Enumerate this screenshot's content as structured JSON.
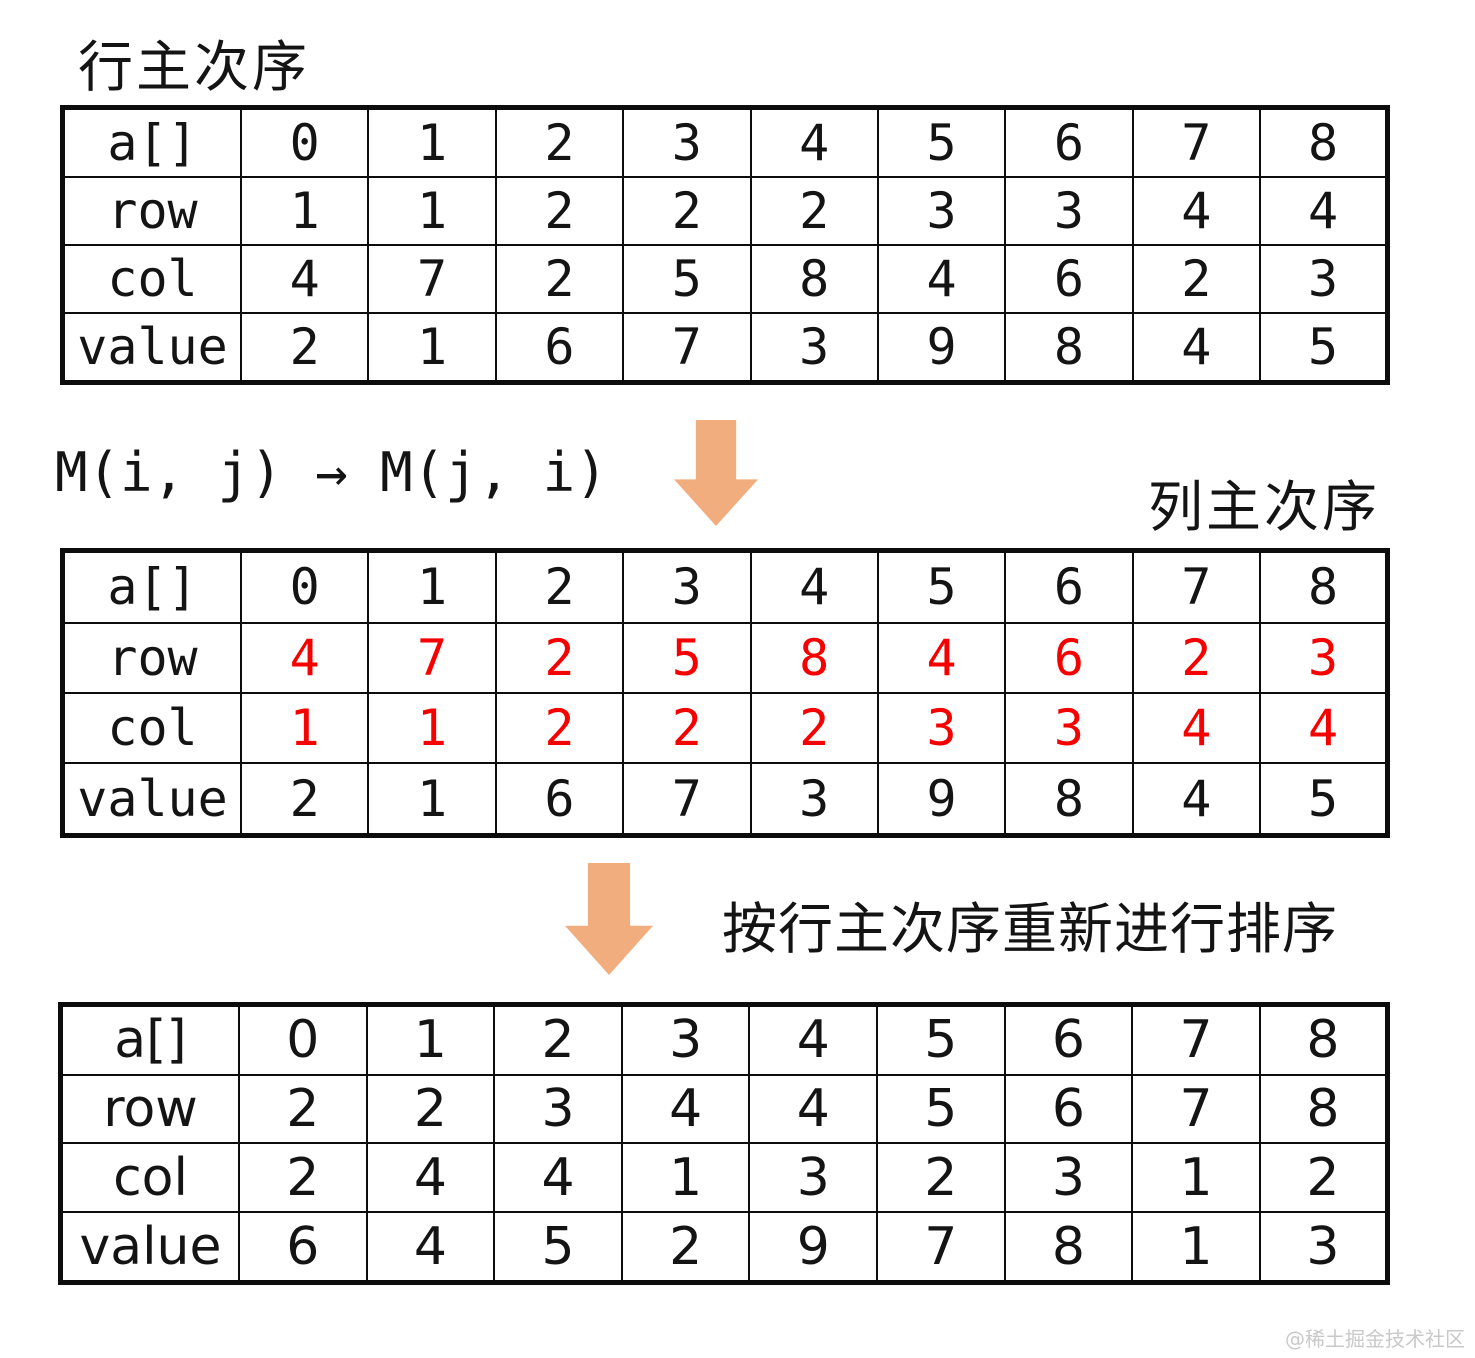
{
  "page": {
    "title_row_major": "行主次序",
    "formula": "M(i, j) → M(j, i)",
    "title_col_major": "列主次序",
    "sort_caption": "按行主次序重新进行排序",
    "watermark": "@稀土掘金技术社区"
  },
  "colors": {
    "red": "#f70000",
    "arrow": "#f2ad7e",
    "border": "#0d0d0d"
  },
  "icons": {
    "transform_arrow": "down-arrow",
    "sort_arrow": "down-arrow"
  },
  "tables": [
    {
      "id": "row-major",
      "rows": [
        {
          "label": "a[]",
          "red": false,
          "cells": [
            0,
            1,
            2,
            3,
            4,
            5,
            6,
            7,
            8
          ]
        },
        {
          "label": "row",
          "red": false,
          "cells": [
            1,
            1,
            2,
            2,
            2,
            3,
            3,
            4,
            4
          ]
        },
        {
          "label": "col",
          "red": false,
          "cells": [
            4,
            7,
            2,
            5,
            8,
            4,
            6,
            2,
            3
          ]
        },
        {
          "label": "value",
          "red": false,
          "cells": [
            2,
            1,
            6,
            7,
            3,
            9,
            8,
            4,
            5
          ]
        }
      ]
    },
    {
      "id": "col-major",
      "rows": [
        {
          "label": "a[]",
          "red": false,
          "cells": [
            0,
            1,
            2,
            3,
            4,
            5,
            6,
            7,
            8
          ]
        },
        {
          "label": "row",
          "red": true,
          "cells": [
            4,
            7,
            2,
            5,
            8,
            4,
            6,
            2,
            3
          ]
        },
        {
          "label": "col",
          "red": true,
          "cells": [
            1,
            1,
            2,
            2,
            2,
            3,
            3,
            4,
            4
          ]
        },
        {
          "label": "value",
          "red": false,
          "cells": [
            2,
            1,
            6,
            7,
            3,
            9,
            8,
            4,
            5
          ]
        }
      ]
    },
    {
      "id": "row-major-resorted",
      "rows": [
        {
          "label": "a[]",
          "red": false,
          "cells": [
            0,
            1,
            2,
            3,
            4,
            5,
            6,
            7,
            8
          ]
        },
        {
          "label": "row",
          "red": false,
          "cells": [
            2,
            2,
            3,
            4,
            4,
            5,
            6,
            7,
            8
          ]
        },
        {
          "label": "col",
          "red": false,
          "cells": [
            2,
            4,
            4,
            1,
            3,
            2,
            3,
            1,
            2
          ]
        },
        {
          "label": "value",
          "red": false,
          "cells": [
            6,
            4,
            5,
            2,
            9,
            7,
            8,
            1,
            3
          ]
        }
      ]
    }
  ]
}
